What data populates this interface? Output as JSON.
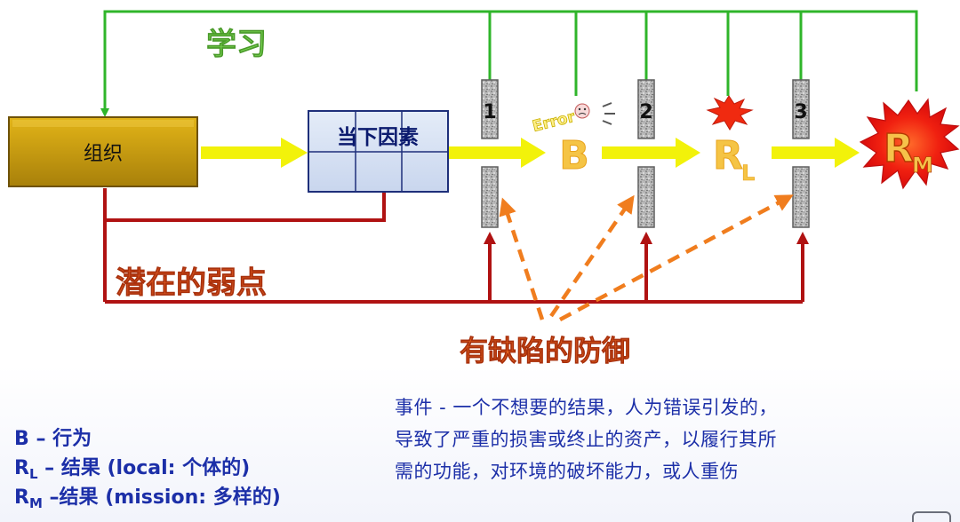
{
  "diagram": {
    "learning_label": "学习",
    "organization_label": "组织",
    "current_factors_label": "当下因素",
    "barrier_labels": [
      "1",
      "2",
      "3"
    ],
    "error_label": "Error",
    "node_b_label": "B",
    "node_rl_main": "R",
    "node_rl_sub": "L",
    "node_rm_main": "R",
    "node_rm_sub": "M",
    "latent_weakness_label": "潜在的弱点",
    "flawed_defense_label": "有缺陷的防御",
    "colors": {
      "learning_line": "#2fb52a",
      "flow_arrow": "#f2f20a",
      "weakness_line": "#b01212",
      "defense_arrow": "#f07d1e",
      "text_blue": "#1c2fa8"
    }
  },
  "legend": [
    {
      "main": "B",
      "sub": "",
      "text": " – 行为"
    },
    {
      "main": "R",
      "sub": "L",
      "text": " – 结果 (local: 个体的)"
    },
    {
      "main": "R",
      "sub": "M",
      "text": " –结果  (mission: 多样的)"
    }
  ],
  "description": {
    "lines": [
      "事件 - 一个不想要的结果，人为错误引发的，",
      "导致了严重的损害或终止的资产，以履行其所",
      "需的功能，对环境的破坏能力，或人重伤"
    ]
  }
}
